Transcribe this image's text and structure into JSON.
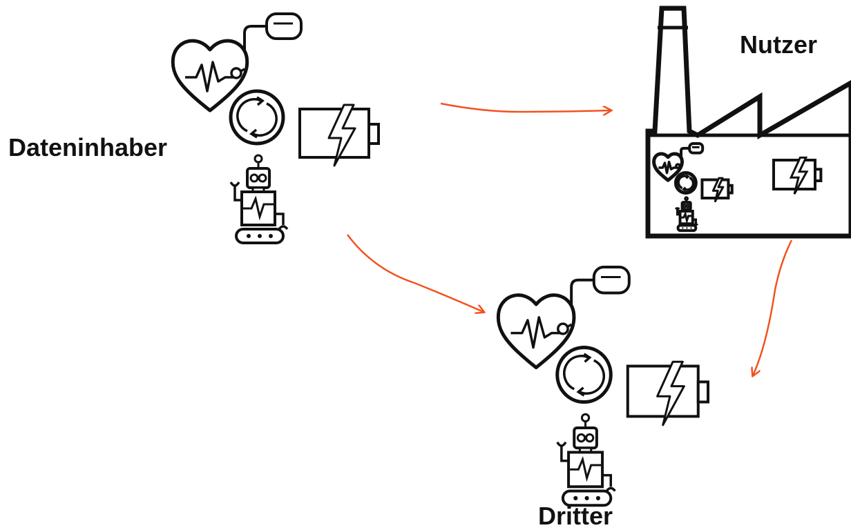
{
  "labels": {
    "data_holder": "Dateninhaber",
    "user": "Nutzer",
    "third_party": "Dritter"
  },
  "colors": {
    "arrow": "#F4511E",
    "icon_stroke": "#111111",
    "background": "#FFFFFF"
  },
  "icons": {
    "device_group": [
      "pacemaker-icon",
      "heart-monitor-icon",
      "cycle-icon",
      "battery-icon",
      "robot-icon"
    ],
    "factory": "factory-icon"
  },
  "edges": [
    {
      "from": "Dateninhaber",
      "to": "Nutzer"
    },
    {
      "from": "Dateninhaber",
      "to": "Dritter"
    },
    {
      "from": "Nutzer",
      "to": "Dritter"
    }
  ]
}
